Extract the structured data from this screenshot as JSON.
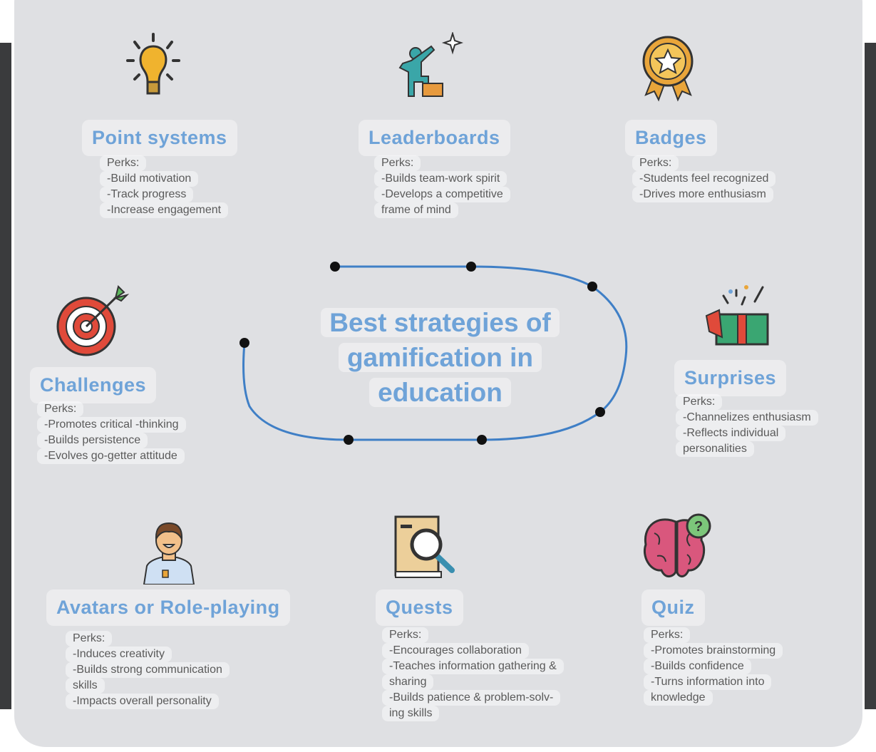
{
  "center_title": [
    "Best strategies of",
    "gamification in",
    "education"
  ],
  "colors": {
    "title": "#6fa3d8",
    "background": "#dfe0e3",
    "loop": "#3f7fc6"
  },
  "perks_label": "Perks:",
  "strategies": [
    {
      "title": "Point systems",
      "icon": "lightbulb-icon",
      "perks": [
        "-Build motivation",
        "-Track progress",
        "-Increase engagement"
      ]
    },
    {
      "title": "Leaderboards",
      "icon": "climbing-person-star-icon",
      "perks": [
        "-Builds team-work spirit",
        "-Develops a competitive",
        "frame of mind"
      ]
    },
    {
      "title": "Badges",
      "icon": "medal-star-icon",
      "perks": [
        "-Students feel recognized",
        "-Drives more enthusiasm"
      ]
    },
    {
      "title": "Challenges",
      "icon": "target-dart-icon",
      "perks": [
        "-Promotes critical -thinking",
        "-Builds persistence",
        "-Evolves go-getter attitude"
      ]
    },
    {
      "title": "Surprises",
      "icon": "gift-box-icon",
      "perks": [
        "-Channelizes enthusiasm",
        "-Reflects individual",
        "personalities"
      ]
    },
    {
      "title": "Avatars or Role-playing",
      "icon": "avatar-person-icon",
      "perks": [
        "-Induces creativity",
        "-Builds strong communication",
        "skills",
        "-Impacts overall personality"
      ]
    },
    {
      "title": "Quests",
      "icon": "book-magnifier-icon",
      "perks": [
        "-Encourages collaboration",
        "-Teaches information gathering &",
        "sharing",
        "-Builds patience & problem-solv-",
        "ing skills"
      ]
    },
    {
      "title": "Quiz",
      "icon": "brain-question-icon",
      "perks": [
        "-Promotes brainstorming",
        "-Builds confidence",
        "-Turns information into",
        "knowledge"
      ]
    }
  ]
}
